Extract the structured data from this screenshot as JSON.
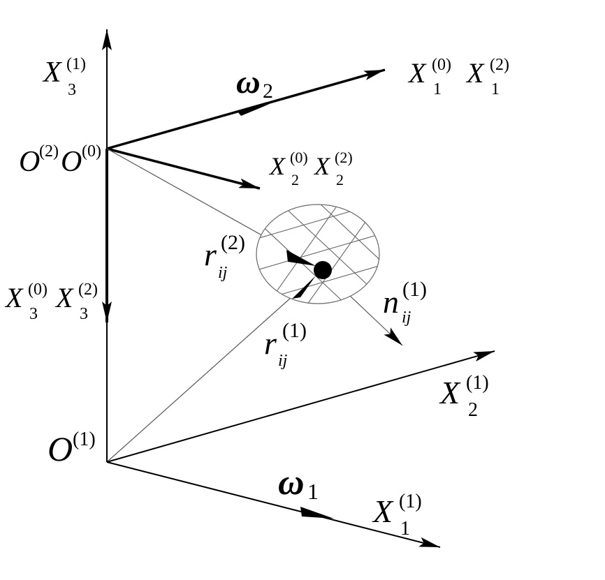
{
  "labels": {
    "x3_1": {
      "base": "X",
      "sub": "3",
      "sup": "(1)"
    },
    "omega2": {
      "base": "ω",
      "sub": "2"
    },
    "x1_0": {
      "base": "X",
      "sub": "1",
      "sup": "(0)"
    },
    "x1_2": {
      "base": "X",
      "sub": "1",
      "sup": "(2)"
    },
    "o2": {
      "base": "O",
      "sup": "(2)"
    },
    "o0": {
      "base": "O",
      "sup": "(0)"
    },
    "x2_0": {
      "base": "X",
      "sub": "2",
      "sup": "(0)"
    },
    "x2_2": {
      "base": "X",
      "sub": "2",
      "sup": "(2)"
    },
    "r2": {
      "base": "r",
      "sub": "ij",
      "sup": "(2)"
    },
    "n1": {
      "base": "n",
      "sub": "ij",
      "sup": "(1)"
    },
    "x3_0": {
      "base": "X",
      "sub": "3",
      "sup": "(0)"
    },
    "x3_2": {
      "base": "X",
      "sub": "3",
      "sup": "(2)"
    },
    "r1": {
      "base": "r",
      "sub": "ij",
      "sup": "(1)"
    },
    "x2_1": {
      "base": "X",
      "sub": "2",
      "sup": "(1)"
    },
    "o1": {
      "base": "O",
      "sup": "(1)"
    },
    "omega1": {
      "base": "ω",
      "sub": "1"
    },
    "x1_1": {
      "base": "X",
      "sub": "1",
      "sup": "(1)"
    }
  }
}
